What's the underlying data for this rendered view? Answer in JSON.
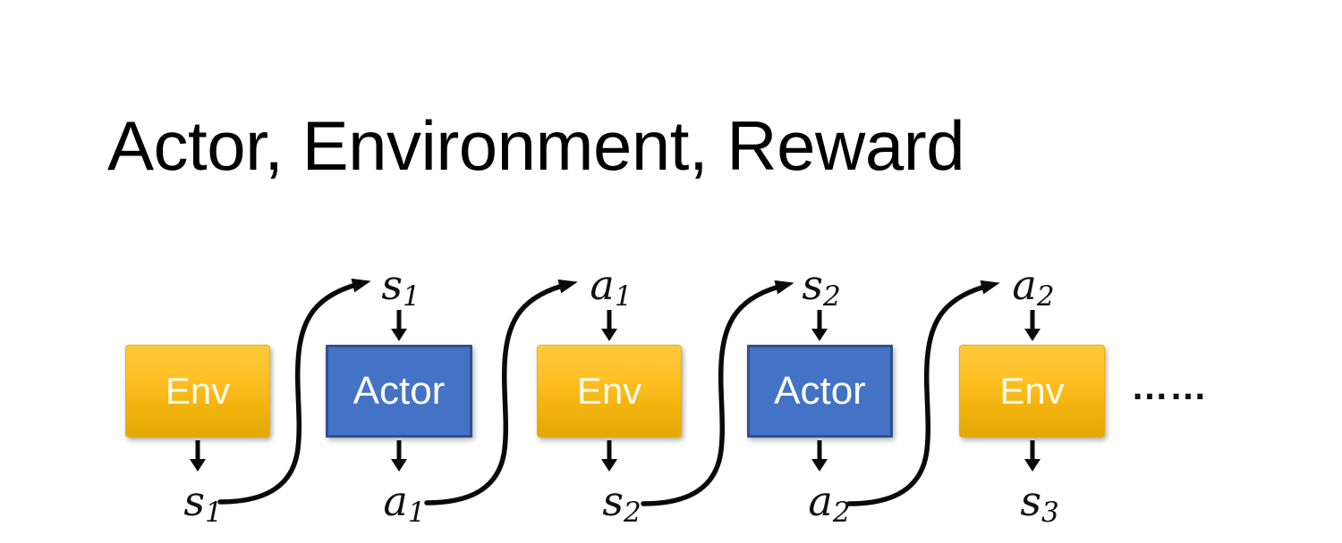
{
  "title": "Actor, Environment, Reward",
  "diagram": {
    "boxes": [
      {
        "label": "Env"
      },
      {
        "label": "Actor"
      },
      {
        "label": "Env"
      },
      {
        "label": "Actor"
      },
      {
        "label": "Env"
      }
    ],
    "top_labels": [
      {
        "base": "s",
        "sub": "1"
      },
      {
        "base": "a",
        "sub": "1"
      },
      {
        "base": "s",
        "sub": "2"
      },
      {
        "base": "a",
        "sub": "2"
      }
    ],
    "bottom_labels": [
      {
        "base": "s",
        "sub": "1"
      },
      {
        "base": "a",
        "sub": "1"
      },
      {
        "base": "s",
        "sub": "2"
      },
      {
        "base": "a",
        "sub": "2"
      },
      {
        "base": "s",
        "sub": "3"
      }
    ],
    "ellipsis": "……",
    "colors": {
      "env_top": "#FFCA3C",
      "env_bottom": "#E3A804",
      "actor_fill": "#4472C4",
      "actor_border": "#2F528F",
      "arrow": "#0a0a0a"
    }
  }
}
